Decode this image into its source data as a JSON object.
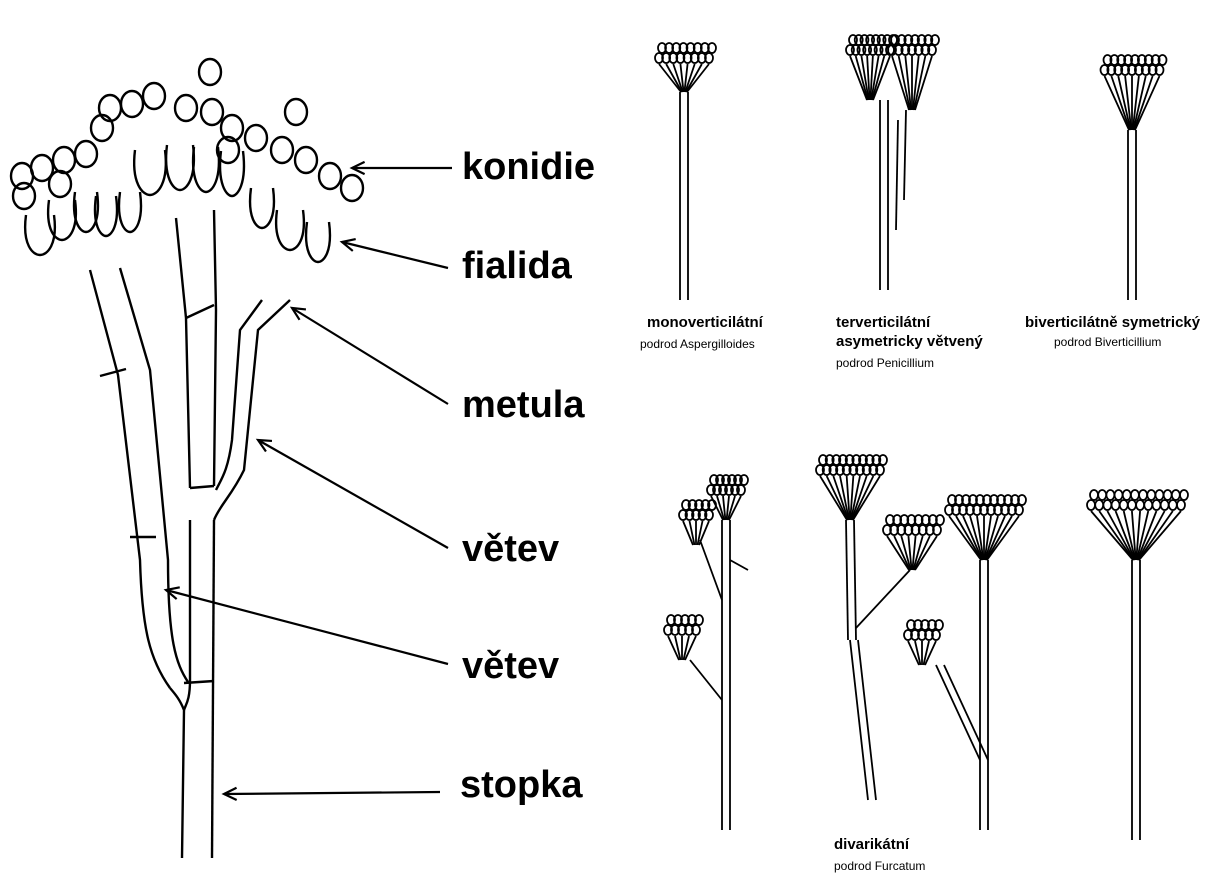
{
  "parts": {
    "konidie": "konidie",
    "fialida": "fialida",
    "metula": "metula",
    "vetev1": "větev",
    "vetev2": "větev",
    "stopka": "stopka"
  },
  "types": {
    "mono": {
      "title": "monoverticilátní",
      "subgenus": "podrod Aspergilloides"
    },
    "ter": {
      "title1": "terverticilátní",
      "title2": "asymetricky větvený",
      "subgenus": "podrod Penicillium"
    },
    "biv": {
      "title": "biverticilátně symetrický",
      "subgenus": "podrod Biverticillium"
    },
    "divar": {
      "title": "divarikátní",
      "subgenus": "podrod Furcatum"
    }
  },
  "colors": {
    "ink": "#000000",
    "background": "#ffffff"
  }
}
